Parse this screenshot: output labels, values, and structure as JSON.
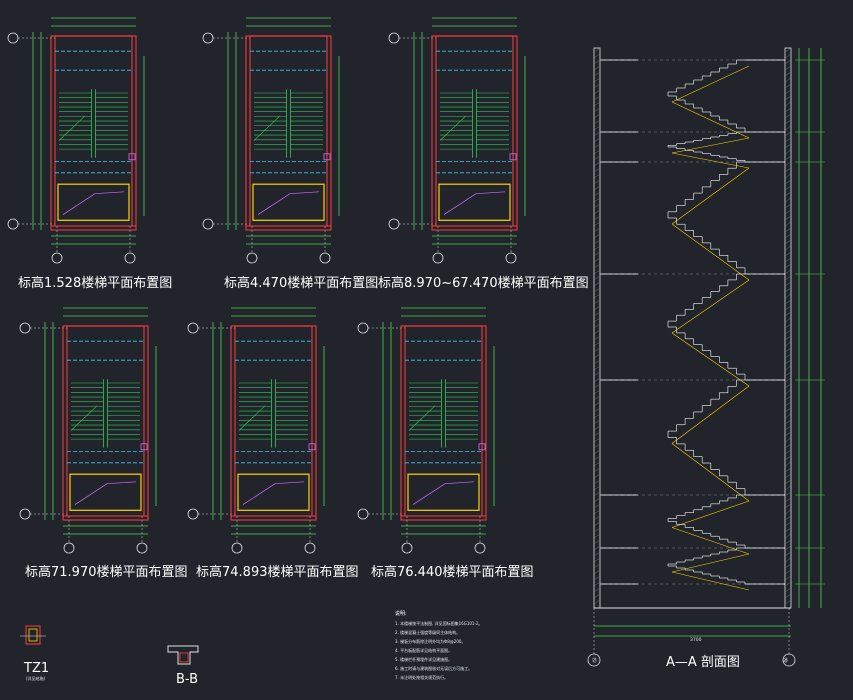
{
  "plans": [
    {
      "title": "标高1.528楼梯平面布置图"
    },
    {
      "title": "标高4.470楼梯平面布置图"
    },
    {
      "title": "标高8.970~67.470楼梯平面布置图"
    },
    {
      "title": "标高71.970楼梯平面布置图"
    },
    {
      "title": "标高74.893楼梯平面布置图"
    },
    {
      "title": "标高76.440楼梯平面布置图"
    }
  ],
  "section": {
    "title": "A—A 剖面图",
    "overall_dim": "3700",
    "left_axis": "㉗",
    "right_axis": "㉘"
  },
  "details": [
    {
      "title": "TZ1",
      "subtitle": "(详见结施)"
    },
    {
      "title": "B-B",
      "subtitle": ""
    }
  ],
  "notes": {
    "heading": "说明:",
    "lines": [
      "1. 本楼梯按平法制图, 详见国标图集16G101-2。",
      "2. 楼梯混凝土强度等级同主体结构。",
      "3. 梯板分布筋除注明外均为Φ8@200。",
      "4. 平台板配筋详见结构平面图。",
      "5. 楼梯栏杆预埋件详见建施图。",
      "6. 施工时请与建筑图核对无误后方可施工。",
      "7. 未注明处按相关规范执行。"
    ]
  },
  "colors": {
    "background": "#21252b",
    "wall": "#ff3b3b",
    "stair": "#34c759",
    "dim": "#4fd14f",
    "beam": "#37c6f2",
    "slab": "#ffd200",
    "label": "#ffffff",
    "grid": "#e0e0e0"
  }
}
